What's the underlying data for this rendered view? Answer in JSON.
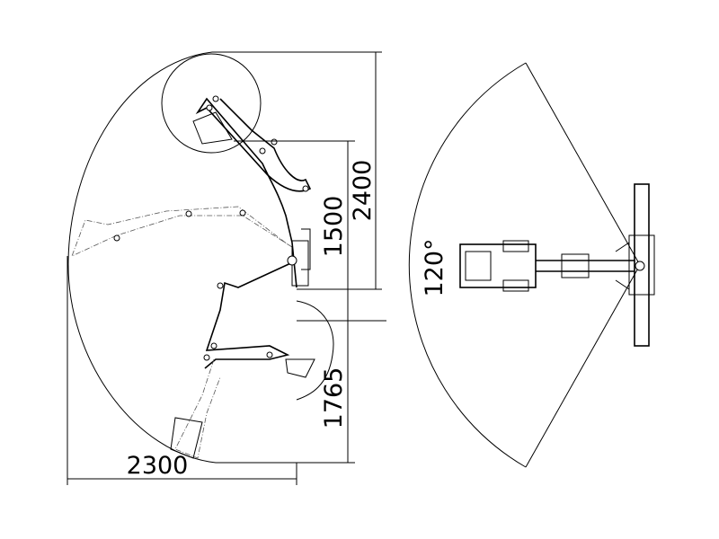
{
  "title": "Backhoe boom reach and slew diagram",
  "dimensions": {
    "max_height": "2400",
    "pivot_height": "1500",
    "dig_depth": "1765",
    "reach": "2300",
    "slew_angle": "120°"
  },
  "colors": {
    "line": "#000000",
    "background": "#ffffff"
  }
}
